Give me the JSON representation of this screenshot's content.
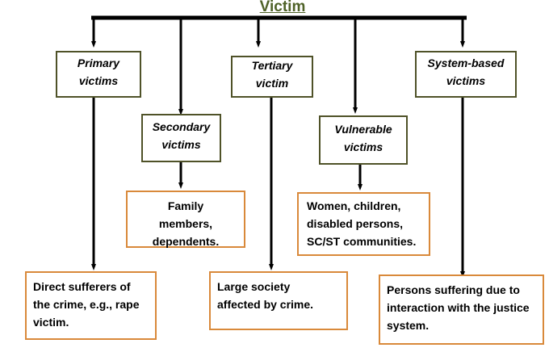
{
  "title": "Victim",
  "colors": {
    "category_border": "#4f5228",
    "description_border": "#d9893a",
    "title": "#4f6228"
  },
  "categories": [
    {
      "label": "Primary victims",
      "description": "Direct sufferers of the crime, e.g., rape victim."
    },
    {
      "label": "Secondary victims",
      "description": "Family members, dependents."
    },
    {
      "label": "Tertiary victim",
      "description": "Large society affected by crime."
    },
    {
      "label": "Vulnerable victims",
      "description": "Women, children, disabled persons, SC/ST communities."
    },
    {
      "label": "System-based victims",
      "description": "Persons suffering due to interaction with the justice system."
    }
  ]
}
